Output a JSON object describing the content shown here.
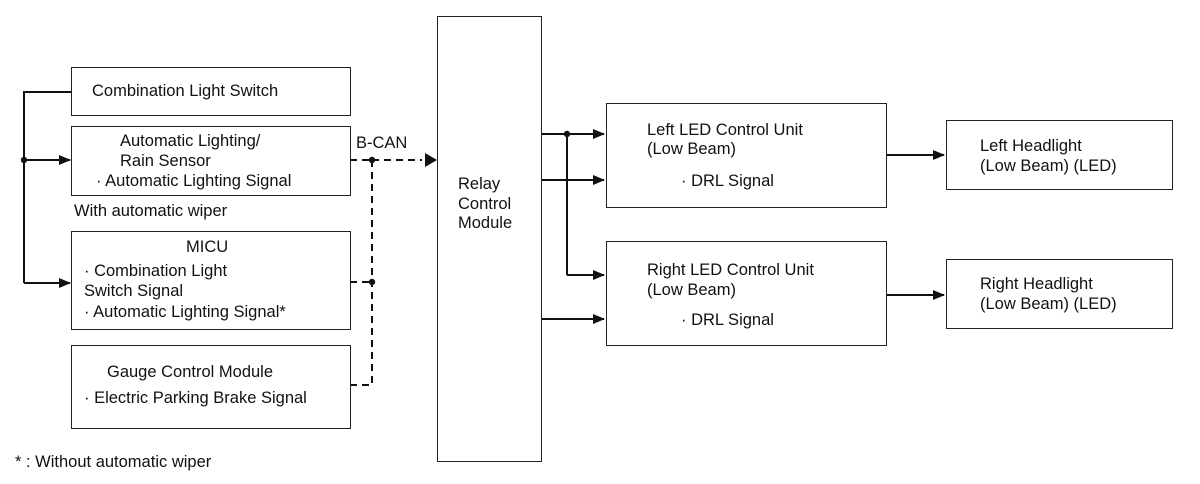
{
  "combination_switch": {
    "label": "Combination Light Switch"
  },
  "auto_sensor": {
    "line1": "Automatic Lighting/",
    "line2": "Rain Sensor",
    "signal": "· Automatic Lighting Signal",
    "note": "With automatic wiper"
  },
  "micu": {
    "title": "MICU",
    "signal1_line1": "· Combination Light",
    "signal1_line2": "Switch Signal",
    "signal2": "· Automatic Lighting Signal*"
  },
  "gauge": {
    "title": "Gauge Control Module",
    "signal": "· Electric Parking Brake Signal"
  },
  "bus_label": "B-CAN",
  "relay": {
    "line1": "Relay",
    "line2": "Control",
    "line3": "Module"
  },
  "left_led": {
    "line1": "Left LED Control Unit",
    "line2": "(Low Beam)",
    "signal": "· DRL Signal"
  },
  "right_led": {
    "line1": "Right LED Control Unit",
    "line2": "(Low Beam)",
    "signal": "· DRL Signal"
  },
  "left_headlight": {
    "line1": "Left Headlight",
    "line2": "(Low Beam) (LED)"
  },
  "right_headlight": {
    "line1": "Right Headlight",
    "line2": "(Low Beam) (LED)"
  },
  "footnote": "* : Without automatic wiper"
}
